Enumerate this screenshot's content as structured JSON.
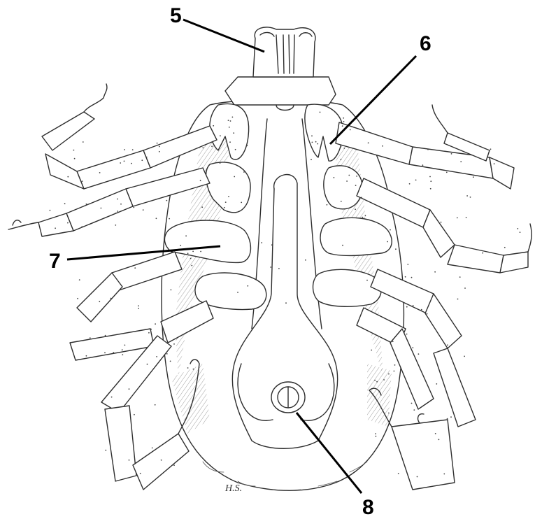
{
  "labels": {
    "five": "5",
    "six": "6",
    "seven": "7",
    "eight": "8"
  },
  "signature": "H.S."
}
